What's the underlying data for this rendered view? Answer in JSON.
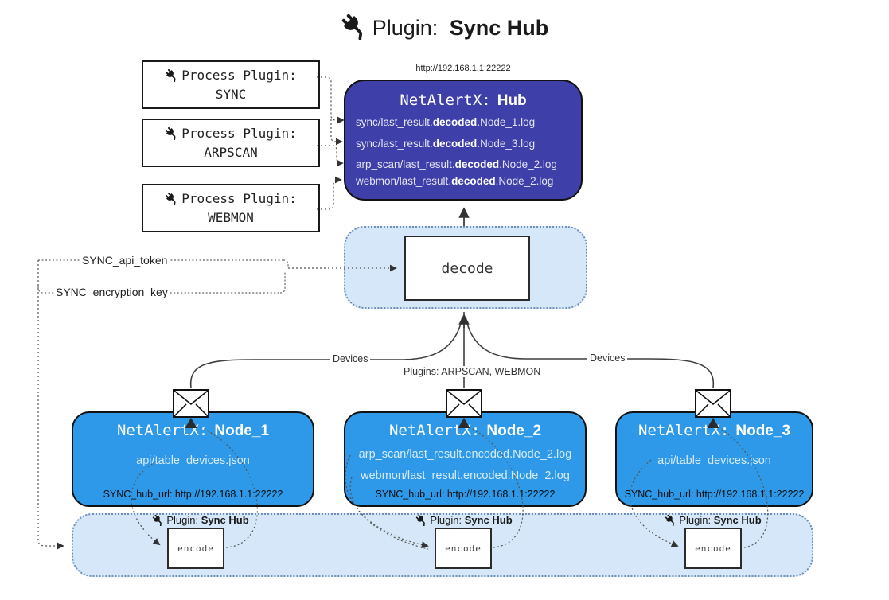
{
  "title": {
    "icon": "plug-icon",
    "prefix": "Plugin:",
    "name": "Sync Hub"
  },
  "hub": {
    "url": "http://192.168.1.1:22222",
    "title_prefix": "NetAlertX:",
    "title_name": "Hub",
    "lines": [
      {
        "pre": "sync/last_result.",
        "bold": "decoded",
        "post": ".Node_1.log"
      },
      {
        "pre": "sync/last_result.",
        "bold": "decoded",
        "post": ".Node_3.log"
      },
      {
        "pre": "arp_scan/last_result.",
        "bold": "decoded",
        "post": ".Node_2.log"
      },
      {
        "pre": "webmon/last_result.",
        "bold": "decoded",
        "post": ".Node_2.log"
      }
    ]
  },
  "process_plugins": [
    {
      "label": "Process Plugin:",
      "name": "SYNC"
    },
    {
      "label": "Process Plugin:",
      "name": "ARPSCAN"
    },
    {
      "label": "Process Plugin:",
      "name": "WEBMON"
    }
  ],
  "decode": {
    "label": "decode"
  },
  "tokens": {
    "api_token": "SYNC_api_token",
    "encryption_key": "SYNC_encryption_key"
  },
  "edges": {
    "devices_left": "Devices",
    "plugins_mid": "Plugins: ARPSCAN, WEBMON",
    "devices_right": "Devices"
  },
  "nodes": [
    {
      "title_prefix": "NetAlertX:",
      "title_name": "Node_1",
      "lines": [
        "api/table_devices.json"
      ],
      "hub_url": "SYNC_hub_url: http://192.168.1.1:22222"
    },
    {
      "title_prefix": "NetAlertX:",
      "title_name": "Node_2",
      "lines": [
        "arp_scan/last_result.encoded.Node_2.log",
        "webmon/last_result.encoded.Node_2.log"
      ],
      "hub_url": "SYNC_hub_url: http://192.168.1.1:22222"
    },
    {
      "title_prefix": "NetAlertX:",
      "title_name": "Node_3",
      "lines": [
        "api/table_devices.json"
      ],
      "hub_url": "SYNC_hub_url: http://192.168.1.1:22222"
    }
  ],
  "band": {
    "plugin_prefix": "Plugin:",
    "plugin_name": "Sync Hub",
    "encode_label": "encode"
  },
  "colors": {
    "hub_bg": "#3F3FAA",
    "node_bg": "#2E99E8",
    "band_bg": "#D5E7F8",
    "line": "#3f3f3f"
  }
}
